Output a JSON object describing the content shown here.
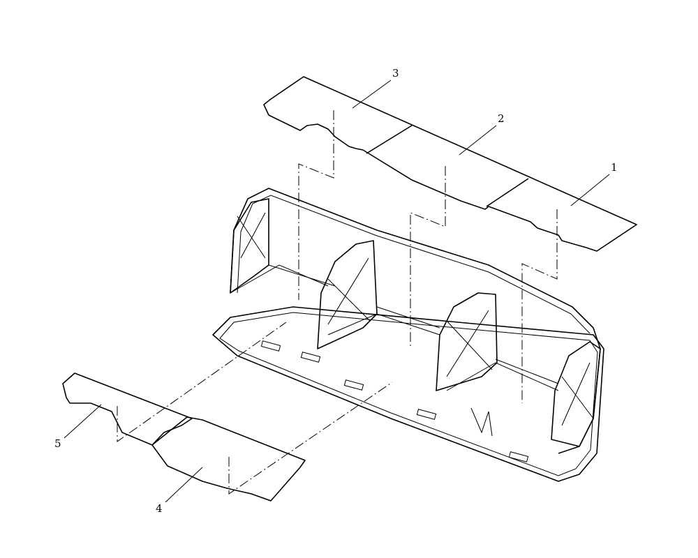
{
  "diagram": {
    "callouts": [
      {
        "id": "1",
        "text": "1"
      },
      {
        "id": "2",
        "text": "2"
      },
      {
        "id": "3",
        "text": "3"
      },
      {
        "id": "4",
        "text": "4"
      },
      {
        "id": "5",
        "text": "5"
      }
    ],
    "line_color": "#000000",
    "background": "#ffffff"
  }
}
